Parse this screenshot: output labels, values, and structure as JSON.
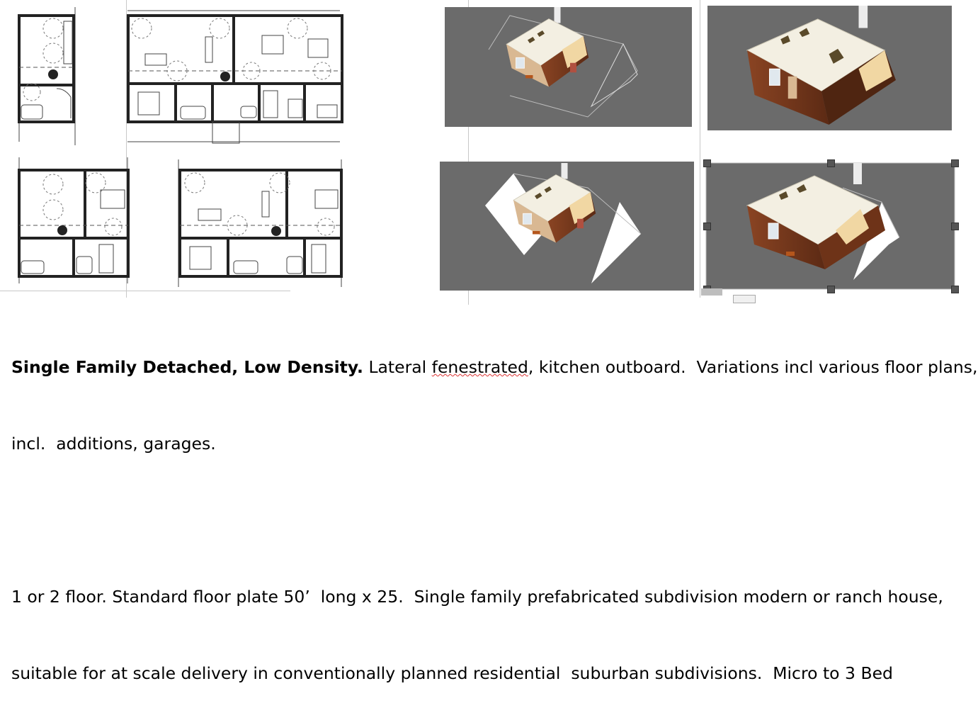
{
  "document": {
    "paragraph1": {
      "bold_lead": "Single Family Detached, Low Density.",
      "text_before_flagged": " Lateral ",
      "flagged_word": "fenestrated",
      "text_after_flagged": ", kitchen outboard.  Variations incl various floor plans,",
      "line2": "incl.  additions, garages."
    },
    "paragraph2": {
      "line1": "1 or 2 floor. Standard floor plate 50’  long x 25.  Single family prefabricated subdivision modern or ranch house,",
      "line2": "suitable for at scale delivery in conventionally planned residential  suburban subdivisions.  Micro to 3 Bed"
    }
  },
  "figures": {
    "floor_plans": [
      "floor-plan-top-left",
      "floor-plan-top-right",
      "floor-plan-bottom-left",
      "floor-plan-bottom-right"
    ],
    "renders": [
      "render-top-left",
      "render-top-right",
      "render-bottom-left",
      "render-bottom-right"
    ],
    "selected_render": "render-bottom-right"
  },
  "colors": {
    "render_background": "#6b6b6b",
    "roof": "#f3efe2",
    "wood_siding": "#7a3a1e",
    "selection_handle": "#555555",
    "spellcheck_underline": "#dd3333"
  }
}
